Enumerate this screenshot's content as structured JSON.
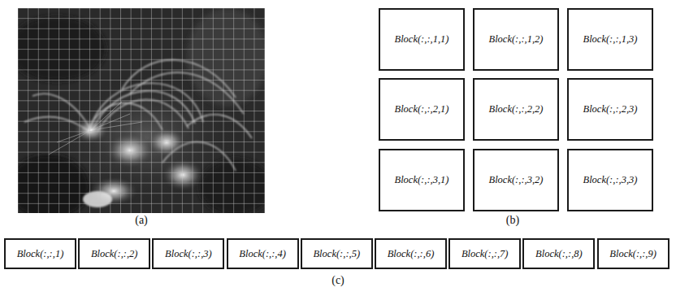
{
  "diagram": {
    "nodes": [
      {
        "text": [
          "Block(:,:,1,1)"
        ]
      },
      {
        "text": [
          "Block(:,:,1,2)"
        ]
      },
      {
        "text": [
          "Block(:,:,1,3)"
        ]
      },
      {
        "text": [
          "Block(:,:,2,1)"
        ]
      },
      {
        "text": [
          "Block(:,:,2,2)"
        ]
      },
      {
        "text": [
          "Block(:,:,2,3)"
        ]
      },
      {
        "text": [
          "Block(:,:,3,1)"
        ]
      },
      {
        "text": [
          "Block(:,:,3,2)"
        ]
      },
      {
        "text": [
          "Block(:,:,3,3)"
        ]
      },
      {
        "text": [
          "Block(:,:,1)"
        ]
      },
      {
        "text": [
          "Block(:,:,2)"
        ]
      },
      {
        "text": [
          "Block(:,:,3)"
        ]
      },
      {
        "text": [
          "Block(:,:,4)"
        ]
      },
      {
        "text": [
          "Block(:,:,5)"
        ]
      },
      {
        "text": [
          "Block(:,:,6)"
        ]
      },
      {
        "text": [
          "Block(:,:,7)"
        ]
      },
      {
        "text": [
          "Block(:,:,8)"
        ]
      },
      {
        "text": [
          "Block(:,:,9)"
        ]
      }
    ],
    "labels": [
      "(a)",
      "(b)",
      "(c)"
    ]
  }
}
